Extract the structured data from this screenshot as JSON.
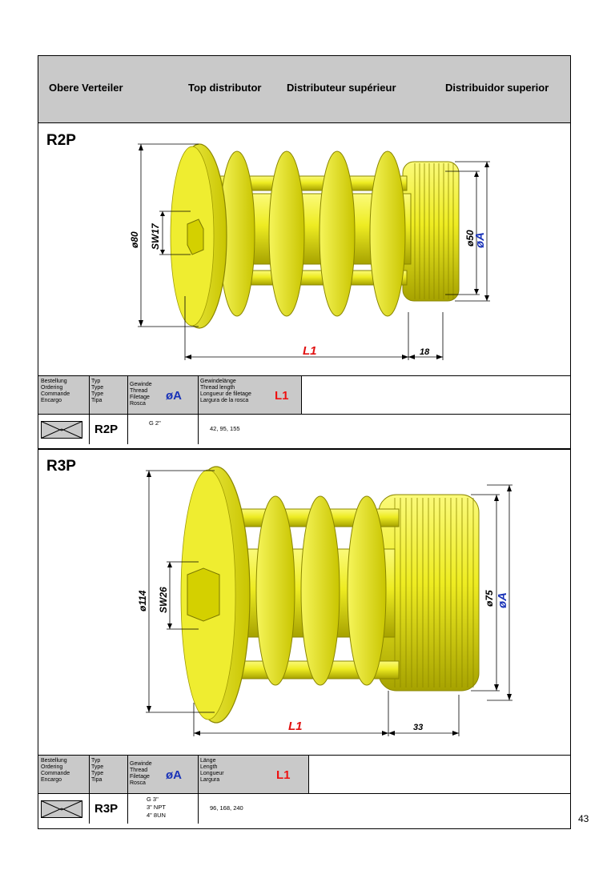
{
  "header": {
    "de": "Obere Verteiler",
    "en": "Top distributor",
    "fr": "Distributeur supérieur",
    "es": "Distribuidor superior"
  },
  "table_labels": {
    "col_order": [
      "Bestellung",
      "Ordering",
      "Commande",
      "Encargo"
    ],
    "col_type": [
      "Typ",
      "Type",
      "Type",
      "Tipa"
    ],
    "col_thread": [
      "Gewinde",
      "Thread",
      "Filetage",
      "Rosca"
    ],
    "oa": "øA",
    "l1": "L1"
  },
  "products": [
    {
      "name": "R2P",
      "length_labels": [
        "Gewindelänge",
        "Thread length",
        "Longueur de filetage",
        "Largura de la rosca"
      ],
      "dims": {
        "outer": "ø80",
        "wrench": "SW17",
        "thread_dia": "ø50",
        "oa": "øA",
        "l1": "L1",
        "thread_len": "18"
      },
      "row": {
        "type": "R2P",
        "thread": [
          "G 2\""
        ],
        "l1_values": "42, 95, 155"
      }
    },
    {
      "name": "R3P",
      "length_labels": [
        "Länge",
        "Length",
        "Longueur",
        "Largura"
      ],
      "dims": {
        "outer": "ø114",
        "wrench": "SW26",
        "thread_dia": "ø75",
        "oa": "øA",
        "l1": "L1",
        "thread_len": "33"
      },
      "row": {
        "type": "R3P",
        "thread": [
          "G 3\"",
          "3\" NPT",
          "4\" 8UN"
        ],
        "l1_values": "96,  168,  240"
      }
    }
  ],
  "page_number": "43",
  "colors": {
    "part": "#e8e61a",
    "part_dark": "#8f8a00",
    "header_bg": "#c9c9c9",
    "dim_blue": "#1a33b8",
    "dim_red": "#e11111"
  }
}
